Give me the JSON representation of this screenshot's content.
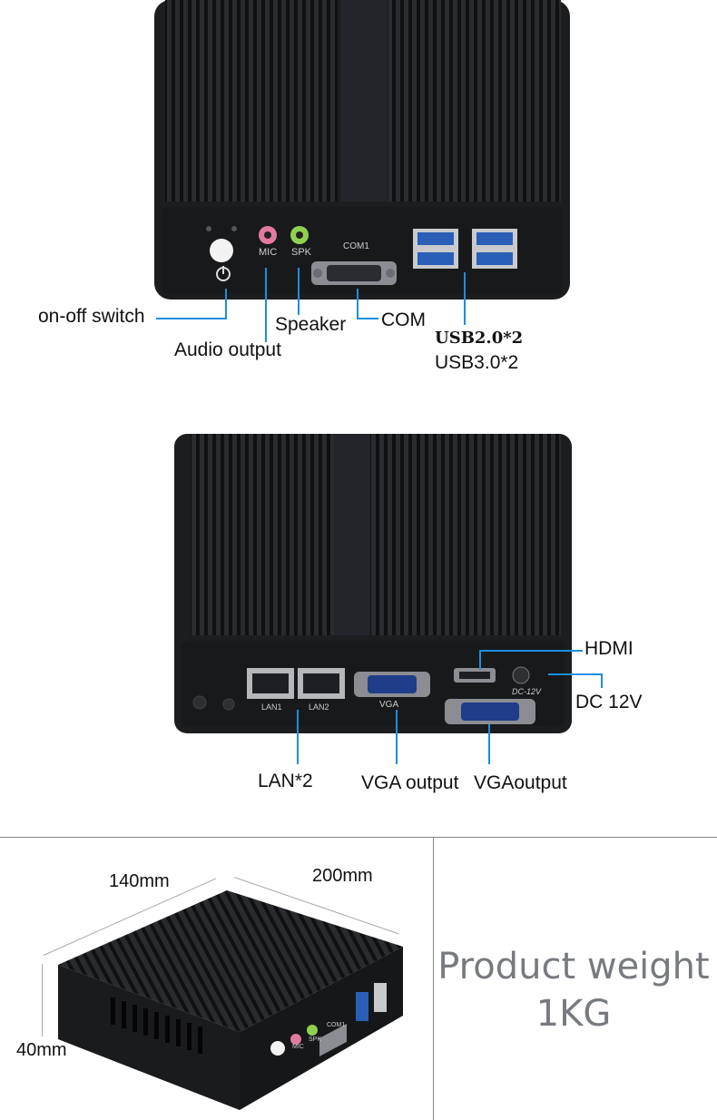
{
  "colors": {
    "accent_line": "#1a8fe0",
    "case_dark": "#1c1d1f",
    "weight_text": "#777b80"
  },
  "panel1": {
    "labels": {
      "on_off_switch": "on-off switch",
      "audio_output": "Audio output",
      "speaker": "Speaker",
      "com": "COM",
      "usb20": "USB2.0*2",
      "usb30": "USB3.0*2"
    },
    "port_marks": {
      "mic": "MIC",
      "spk": "SPK",
      "com1": "COM1"
    }
  },
  "panel2": {
    "labels": {
      "hdmi": "HDMI",
      "dc12v": "DC 12V",
      "lan2": "LAN*2",
      "vga_output": "VGA output",
      "vgaoutput2": "VGAoutput"
    },
    "port_marks": {
      "lan1": "LAN1",
      "lan2": "LAN2",
      "vga": "VGA",
      "dc": "DC-12V"
    }
  },
  "panel3": {
    "dimensions": {
      "width": "140mm",
      "depth": "200mm",
      "height": "40mm"
    },
    "weight_title": "Product weight",
    "weight_value": "1KG",
    "port_marks": {
      "mic": "MIC",
      "spk": "SPK",
      "com1": "COM1"
    }
  }
}
